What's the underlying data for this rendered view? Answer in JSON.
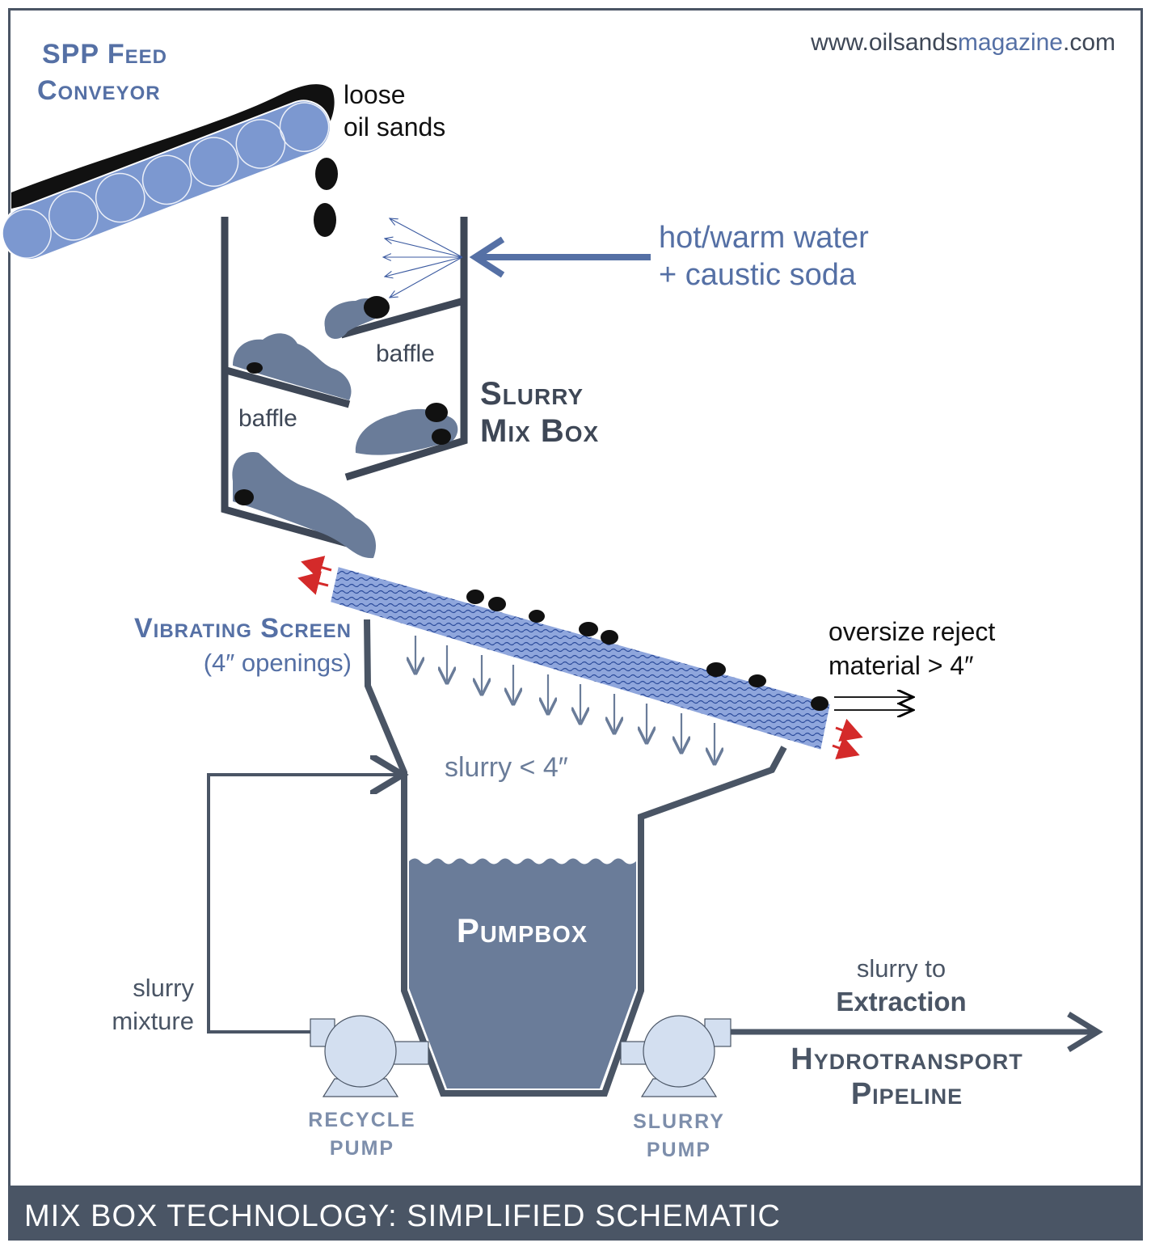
{
  "website": {
    "prefix": "www.oilsands",
    "highlight": "magazine",
    "suffix": ".com"
  },
  "conveyor": {
    "line1": "SPP Feed",
    "line2": "Conveyor"
  },
  "loose": {
    "line1": "loose",
    "line2": "oil sands"
  },
  "water": {
    "line1": "hot/warm water",
    "line2": "+ caustic soda"
  },
  "baffle_upper": "baffle",
  "baffle_lower": "baffle",
  "mixbox": {
    "line1": "Slurry",
    "line2": "Mix Box"
  },
  "screen": {
    "line1": "Vibrating Screen",
    "line2": "(4″ openings)"
  },
  "reject": {
    "line1": "oversize reject",
    "line2": "material > 4″"
  },
  "slurry_small": "slurry < 4″",
  "pumpbox": "Pumpbox",
  "mixture": {
    "line1": "slurry",
    "line2": "mixture"
  },
  "extraction": {
    "line1": "slurry to",
    "line2": "Extraction"
  },
  "pipeline": {
    "line1": "Hydrotransport",
    "line2": "Pipeline"
  },
  "recycle_pump": {
    "line1": "RECYCLE",
    "line2": "PUMP"
  },
  "slurry_pump": {
    "line1": "SLURRY",
    "line2": "PUMP"
  },
  "footer": "MIX BOX TECHNOLOGY: SIMPLIFIED SCHEMATIC",
  "colors": {
    "frame": "#4a5565",
    "blue_text": "#5570a5",
    "dark_text": "#3e4756",
    "slurry": "#6a7c99",
    "conveyor": "#7c98d0",
    "pump": "#d3dff0",
    "red": "#d42a2a"
  }
}
